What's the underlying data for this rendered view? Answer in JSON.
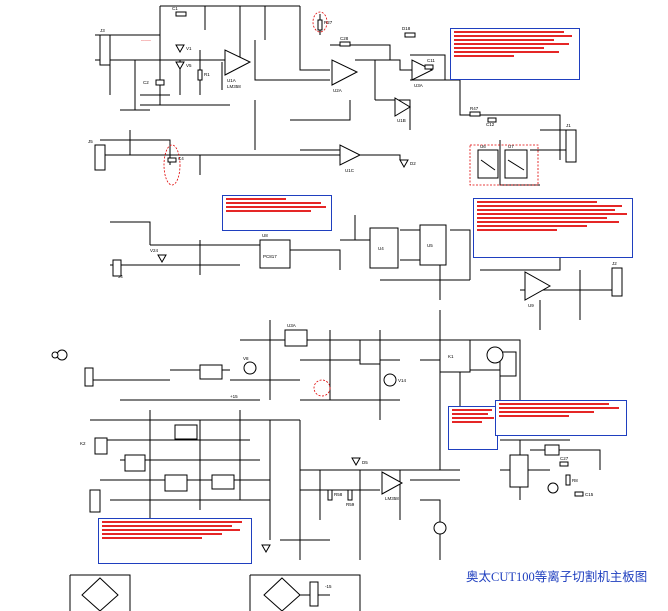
{
  "caption": "奥太CUT100等离子切割机主板图",
  "colors": {
    "wire": "#000000",
    "annotation_text": "#e00000",
    "note_border": "#1f3fbf",
    "caption": "#1f3fbf"
  },
  "components": {
    "u1a": "U1A",
    "u1b": "U1B",
    "u1c": "U1C",
    "u2a": "U2A",
    "u3a": "U3A",
    "u4": "U4",
    "u5": "U5",
    "u6": "U6",
    "u7": "U7",
    "u8": "U8",
    "u9": "U9",
    "lm358": "LM358",
    "pc817": "PC817",
    "j1": "J1",
    "j2": "J2",
    "j3": "J3",
    "j4": "J4",
    "j5": "J5",
    "k1": "K1",
    "k2": "K2",
    "r1": "R1",
    "r2": "R2",
    "r8": "R8",
    "r27": "R27",
    "r47": "R47",
    "r58": "R58",
    "r59": "R59",
    "c1": "C1",
    "c2": "C2",
    "c4": "C4",
    "c11": "C11",
    "c12": "C12",
    "c15": "C15",
    "c27": "C27",
    "c28": "C28",
    "d2": "D2",
    "d5": "D5",
    "d18": "D18",
    "v1": "V1",
    "v5": "V5",
    "v8": "V8",
    "v14": "V14",
    "v24": "V24",
    "plus15": "+15",
    "minus15": "-15",
    "plus5": "+5"
  }
}
